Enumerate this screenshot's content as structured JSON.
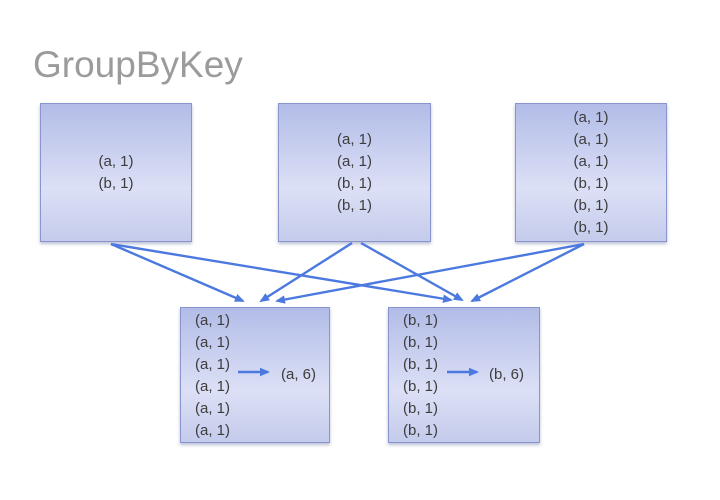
{
  "title": "GroupByKey",
  "colors": {
    "arrow": "#4b79e0",
    "box_border": "#8a94cf",
    "box_gradient_top": "#b2bce7",
    "box_gradient_mid": "#dce0f6",
    "box_gradient_bottom": "#c4cbeb",
    "title_text": "#9b9b9b",
    "pair_text": "#3d3d3d"
  },
  "input_boxes": [
    {
      "lines": [
        "(a, 1)",
        "(b, 1)"
      ]
    },
    {
      "lines": [
        "(a, 1)",
        "(a, 1)",
        "(b, 1)",
        "(b, 1)"
      ]
    },
    {
      "lines": [
        "(a, 1)",
        "(a, 1)",
        "(a, 1)",
        "(b, 1)",
        "(b, 1)",
        "(b, 1)"
      ]
    }
  ],
  "group_boxes": [
    {
      "lines": [
        "(a, 1)",
        "(a, 1)",
        "(a, 1)",
        "(a, 1)",
        "(a, 1)",
        "(a, 1)"
      ],
      "result": "(a, 6)"
    },
    {
      "lines": [
        "(b, 1)",
        "(b, 1)",
        "(b, 1)",
        "(b, 1)",
        "(b, 1)",
        "(b, 1)"
      ],
      "result": "(b, 6)"
    }
  ]
}
